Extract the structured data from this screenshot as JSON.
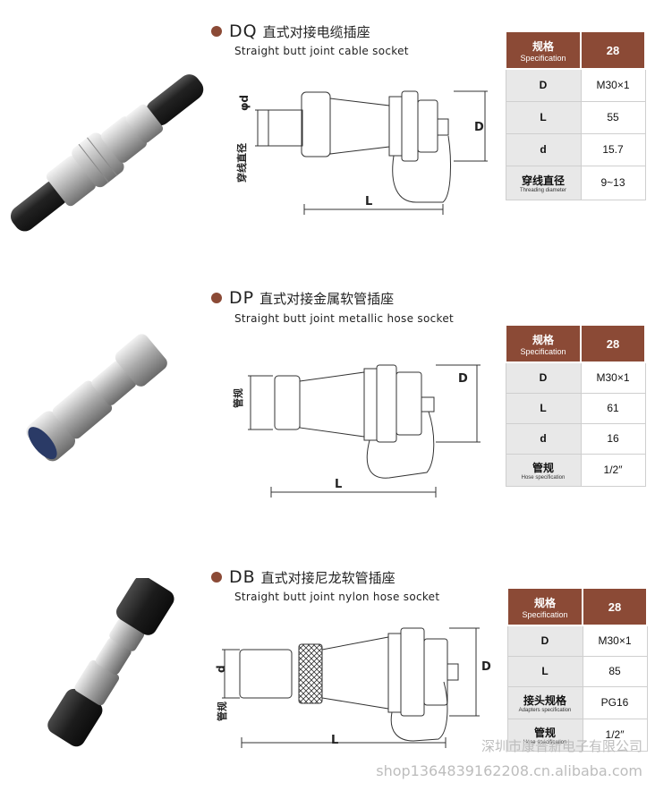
{
  "sections": [
    {
      "code": "DQ",
      "title_cn": "直式对接电缆插座",
      "title_en": "Straight butt joint cable socket",
      "dims": {
        "d": "φd",
        "vertical": "穿线直径",
        "L": "L",
        "D": "D"
      },
      "spec": {
        "header_cn": "规格",
        "header_en": "Specification",
        "header_value": "28",
        "rows": [
          {
            "k": "D",
            "v": "M30×1"
          },
          {
            "k": "L",
            "v": "55"
          },
          {
            "k": "d",
            "v": "15.7"
          },
          {
            "k": "穿线直径",
            "k_en": "Threading diameter",
            "v": "9~13"
          }
        ]
      }
    },
    {
      "code": "DP",
      "title_cn": "直式对接金属软管插座",
      "title_en": "Straight butt joint metallic hose socket",
      "dims": {
        "vertical": "管规",
        "L": "L",
        "D": "D"
      },
      "spec": {
        "header_cn": "规格",
        "header_en": "Specification",
        "header_value": "28",
        "rows": [
          {
            "k": "D",
            "v": "M30×1"
          },
          {
            "k": "L",
            "v": "61"
          },
          {
            "k": "d",
            "v": "16"
          },
          {
            "k": "管规",
            "k_en": "Hose specification",
            "v": "1/2″"
          }
        ]
      }
    },
    {
      "code": "DB",
      "title_cn": "直式对接尼龙软管插座",
      "title_en": "Straight butt joint nylon hose socket",
      "dims": {
        "d": "d",
        "vertical": "管规",
        "L": "L",
        "D": "D"
      },
      "spec": {
        "header_cn": "规格",
        "header_en": "Specification",
        "header_value": "28",
        "rows": [
          {
            "k": "D",
            "v": "M30×1"
          },
          {
            "k": "L",
            "v": "85"
          },
          {
            "k": "接头规格",
            "k_en": "Adapters specification",
            "v": "PG16"
          },
          {
            "k": "管规",
            "k_en": "Hose specification",
            "v": "1/2″"
          }
        ]
      }
    }
  ],
  "watermark": {
    "line1": "深圳市康普新电子有限公司",
    "line2": "shop1364839162208.cn.alibaba.com"
  },
  "colors": {
    "accent": "#8b4a36",
    "row_bg": "#e8e8e8"
  }
}
